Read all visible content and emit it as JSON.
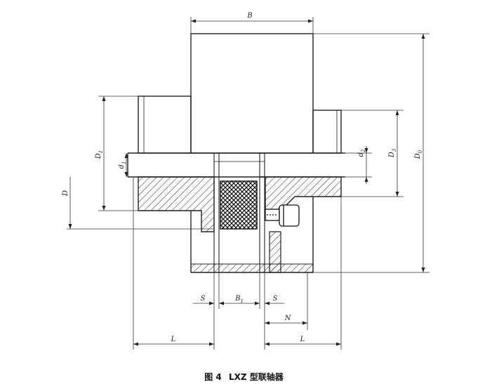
{
  "figure": {
    "caption_number": "图 4",
    "caption_text": "LXZ 型联轴器"
  },
  "dimensions": {
    "B": "B",
    "D1": "D",
    "D1_sub": "1",
    "d1": "d",
    "d1_sub": "1",
    "D": "D",
    "d2": "d",
    "d2_sub": "2",
    "D3": "D",
    "D3_sub": "3",
    "D0": "D",
    "D0_sub": "0",
    "S_left": "S",
    "B1": "B",
    "B1_sub": "1",
    "S_right": "S",
    "N": "N",
    "L_left": "L",
    "L_right": "L"
  }
}
